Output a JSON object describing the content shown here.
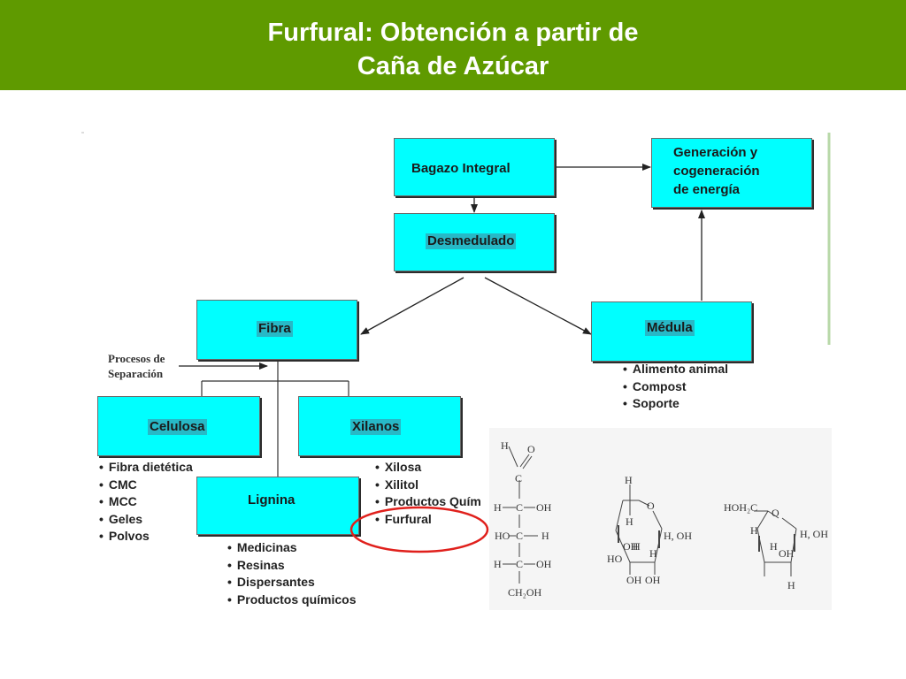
{
  "slide": {
    "title_line1": "Furfural: Obtención a partir de",
    "title_line2": "Caña de Azúcar"
  },
  "diagram": {
    "nodes": {
      "bagazo": "Bagazo Integral",
      "desmedulado": "Desmedulado",
      "generacion": [
        "Generación y",
        "cogeneración",
        "de energía"
      ],
      "fibra": "Fibra",
      "medula": "Médula",
      "celulosa": "Celulosa",
      "xilanos": "Xilanos",
      "lignina": "Lignina"
    },
    "separation_label": [
      "Procesos de",
      "Separación"
    ],
    "lists": {
      "medula": [
        "Alimento animal",
        "Compost",
        "Soporte"
      ],
      "celulosa": [
        "Fibra dietética",
        "CMC",
        "MCC",
        "Geles",
        "Polvos"
      ],
      "xilanos": [
        "Xilosa",
        "Xilitol",
        "Productos Quím",
        "Furfural"
      ],
      "lignina": [
        "Medicinas",
        "Resinas",
        "Dispersantes",
        "Productos químicos"
      ]
    },
    "highlight_color": "#e0201c"
  },
  "chemistry": {
    "open_chain": [
      "H",
      "O",
      "C",
      "H",
      "C",
      "OH",
      "HO",
      "C",
      "H",
      "H",
      "C",
      "OH",
      "CH₂OH"
    ],
    "pyranose": [
      "H",
      "O",
      "H",
      "H",
      "OH",
      "H, OH",
      "HO",
      "OH",
      "H",
      "OH"
    ],
    "furanose": [
      "HOH₂C",
      "O",
      "H",
      "H",
      "H, OH",
      "OH",
      "H"
    ]
  }
}
